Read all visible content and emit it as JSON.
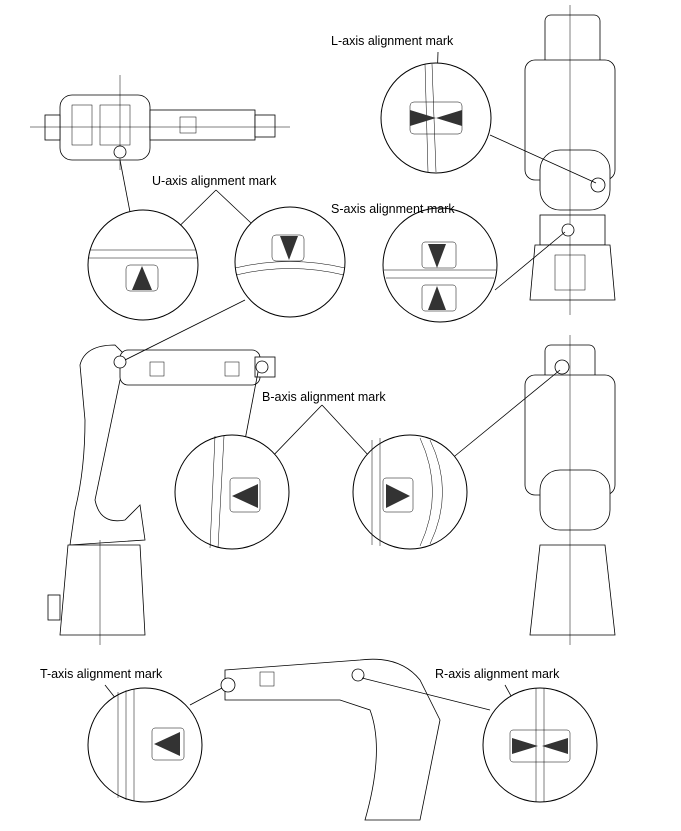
{
  "labels": {
    "l_axis": "L-axis alignment mark",
    "u_axis": "U-axis alignment mark",
    "s_axis": "S-axis alignment mark",
    "b_axis": "B-axis alignment mark",
    "t_axis": "T-axis alignment mark",
    "r_axis": "R-axis alignment mark"
  }
}
